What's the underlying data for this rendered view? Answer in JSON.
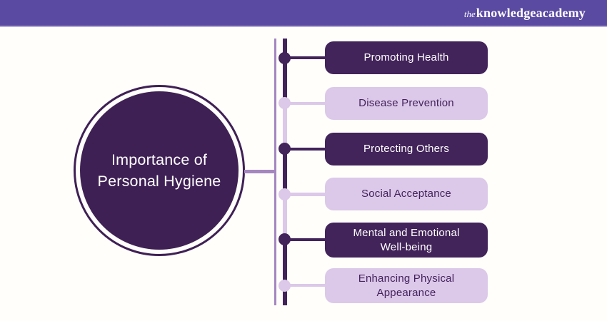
{
  "colors": {
    "banner_bg": "#5b4aa1",
    "banner_border": "#b5a9da",
    "page_bg": "#fffefa",
    "dark_purple": "#42235a",
    "circle_fill": "#3f2055",
    "light_purple": "#dcc8e9",
    "connector_purple": "#a487bf",
    "dark_box_text": "#ffffff",
    "light_box_text": "#43235c"
  },
  "banner": {
    "logo": {
      "the": "the",
      "knowledge": "knowledge",
      "academy": "academy"
    }
  },
  "diagram": {
    "center_title": "Importance of Personal Hygiene",
    "items": [
      {
        "label": "Promoting Health",
        "tone": "dark"
      },
      {
        "label": "Disease Prevention",
        "tone": "light"
      },
      {
        "label": "Protecting Others",
        "tone": "dark"
      },
      {
        "label": "Social Acceptance",
        "tone": "light"
      },
      {
        "label": "Mental and Emotional Well-being",
        "tone": "dark"
      },
      {
        "label": "Enhancing Physical Appearance",
        "tone": "light"
      }
    ]
  }
}
